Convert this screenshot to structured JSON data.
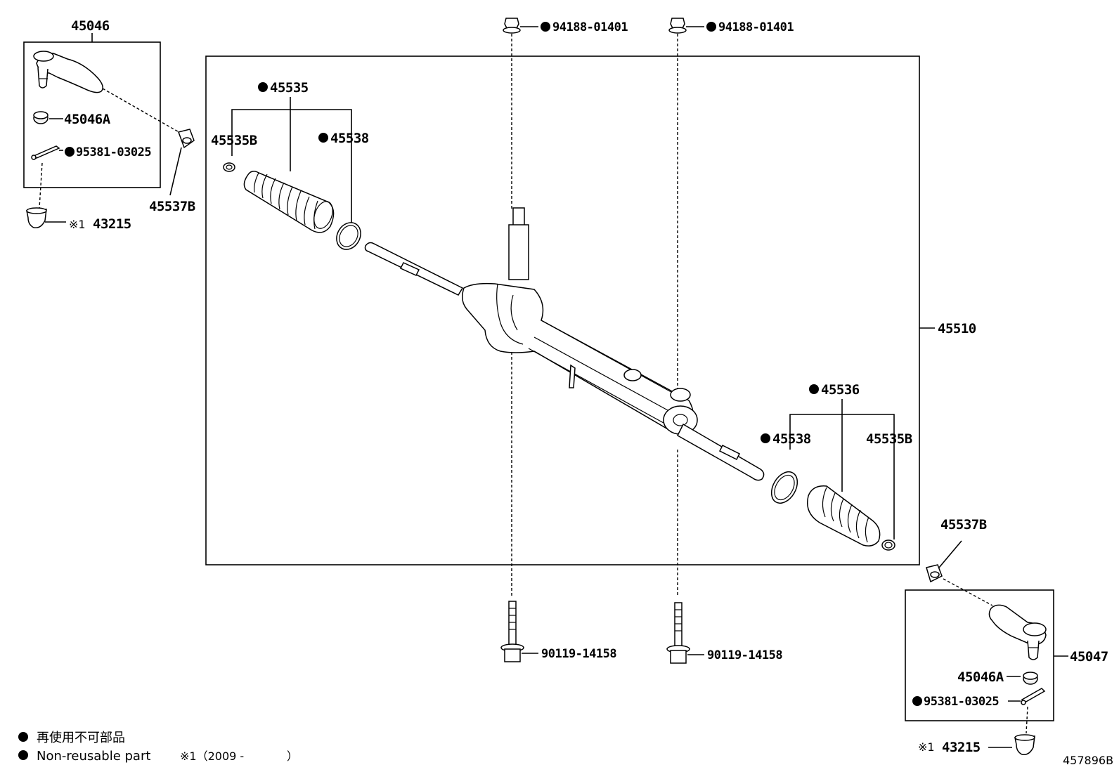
{
  "labels": {
    "tie_rod_end_left": "45046",
    "tie_rod_end_right": "45047",
    "nut_left": "45046A",
    "nut_right": "45046A",
    "cotter_left": "95381-03025",
    "cotter_right": "95381-03025",
    "knuckle_left": "43215",
    "knuckle_right": "43215",
    "note_mark": "※1",
    "grommet_left": "45537B",
    "grommet_right": "45537B",
    "bolt_nut_top_left": "94188-01401",
    "bolt_nut_top_right": "94188-01401",
    "boot_kit_left": "45535",
    "boot_kit_right": "45536",
    "clamp_left": "45535B",
    "clamp_right": "45535B",
    "ring_left": "45538",
    "ring_right": "45538",
    "rack_assy": "45510",
    "bolt_bottom_left": "90119-14158",
    "bolt_bottom_right": "90119-14158",
    "diagram_code": "457896B"
  },
  "legend": {
    "line1": "再使用不可部品",
    "line2": "Non-reusable part",
    "note": "※1（2009 -",
    "note_close": "）"
  }
}
